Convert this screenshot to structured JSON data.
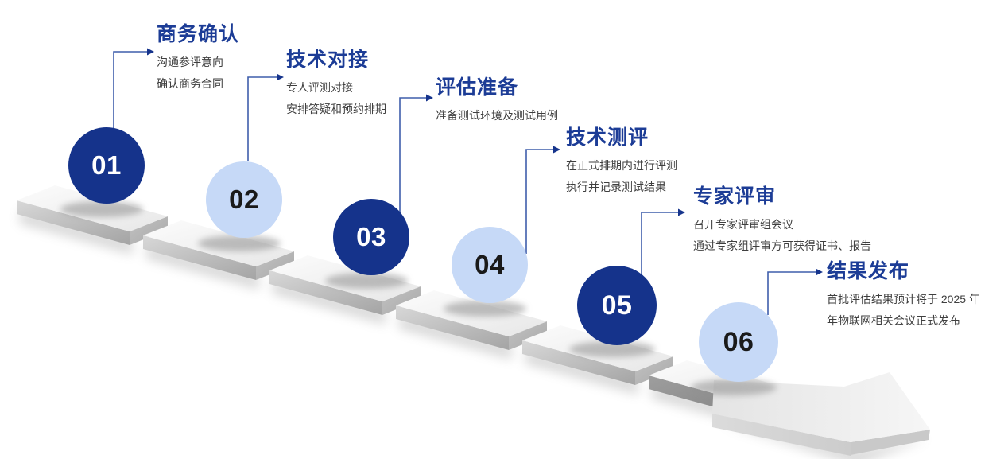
{
  "diagram": {
    "kind": "process-steps-staircase",
    "step_count": 6
  },
  "steps": [
    {
      "number": "01",
      "tone": "dark",
      "title": "商务确认",
      "lines": [
        "沟通参评意向",
        "确认商务合同"
      ]
    },
    {
      "number": "02",
      "tone": "light",
      "title": "技术对接",
      "lines": [
        "专人评测对接",
        "安排答疑和预约排期"
      ]
    },
    {
      "number": "03",
      "tone": "dark",
      "title": "评估准备",
      "lines": [
        "准备测试环境及测试用例"
      ]
    },
    {
      "number": "04",
      "tone": "light",
      "title": "技术测评",
      "lines": [
        "在正式排期内进行评测",
        "执行并记录测试结果"
      ]
    },
    {
      "number": "05",
      "tone": "dark",
      "title": "专家评审",
      "lines": [
        "召开专家评审组会议",
        "通过专家组评审方可获得证书、报告"
      ]
    },
    {
      "number": "06",
      "tone": "light",
      "title": "结果发布",
      "lines": [
        "首批评估结果预计将于 2025 年",
        "年物联网相关会议正式发布"
      ]
    }
  ],
  "colors": {
    "dark_circle": "#15338B",
    "light_circle": "#C6D9F7",
    "title_text": "#1C3C96",
    "description_text": "#3F3F3F",
    "connector_line": "#3F5EAC",
    "connector_arrowhead": "#16348C",
    "number_on_dark": "#FFFFFF",
    "number_on_light": "#1A1A1A"
  }
}
